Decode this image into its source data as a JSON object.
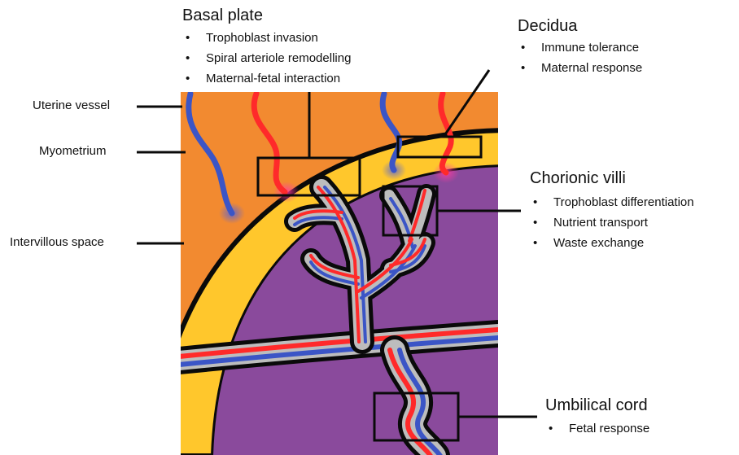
{
  "colors": {
    "myometrium": "#f28a30",
    "decidua": "#ffc72c",
    "intervillous": "#8a4a9c",
    "artery": "#ff2a2a",
    "vein": "#3b55c6",
    "outline": "#0a0a0a",
    "membrane": "#bdbdbd"
  },
  "labels": {
    "basal_plate": {
      "title": "Basal plate",
      "bullets": [
        "Trophoblast invasion",
        "Spiral arteriole remodelling",
        "Maternal-fetal interaction"
      ]
    },
    "decidua": {
      "title": "Decidua",
      "bullets": [
        "Immune tolerance",
        "Maternal response"
      ]
    },
    "chorionic_villi": {
      "title": "Chorionic villi",
      "bullets": [
        "Trophoblast differentiation",
        "Nutrient transport",
        "Waste exchange"
      ]
    },
    "umbilical_cord": {
      "title": "Umbilical cord",
      "bullets": [
        "Fetal response"
      ]
    },
    "uterine_vessel": "Uterine vessel",
    "myometrium": "Myometrium",
    "intervillous_space": "Intervillous space"
  }
}
